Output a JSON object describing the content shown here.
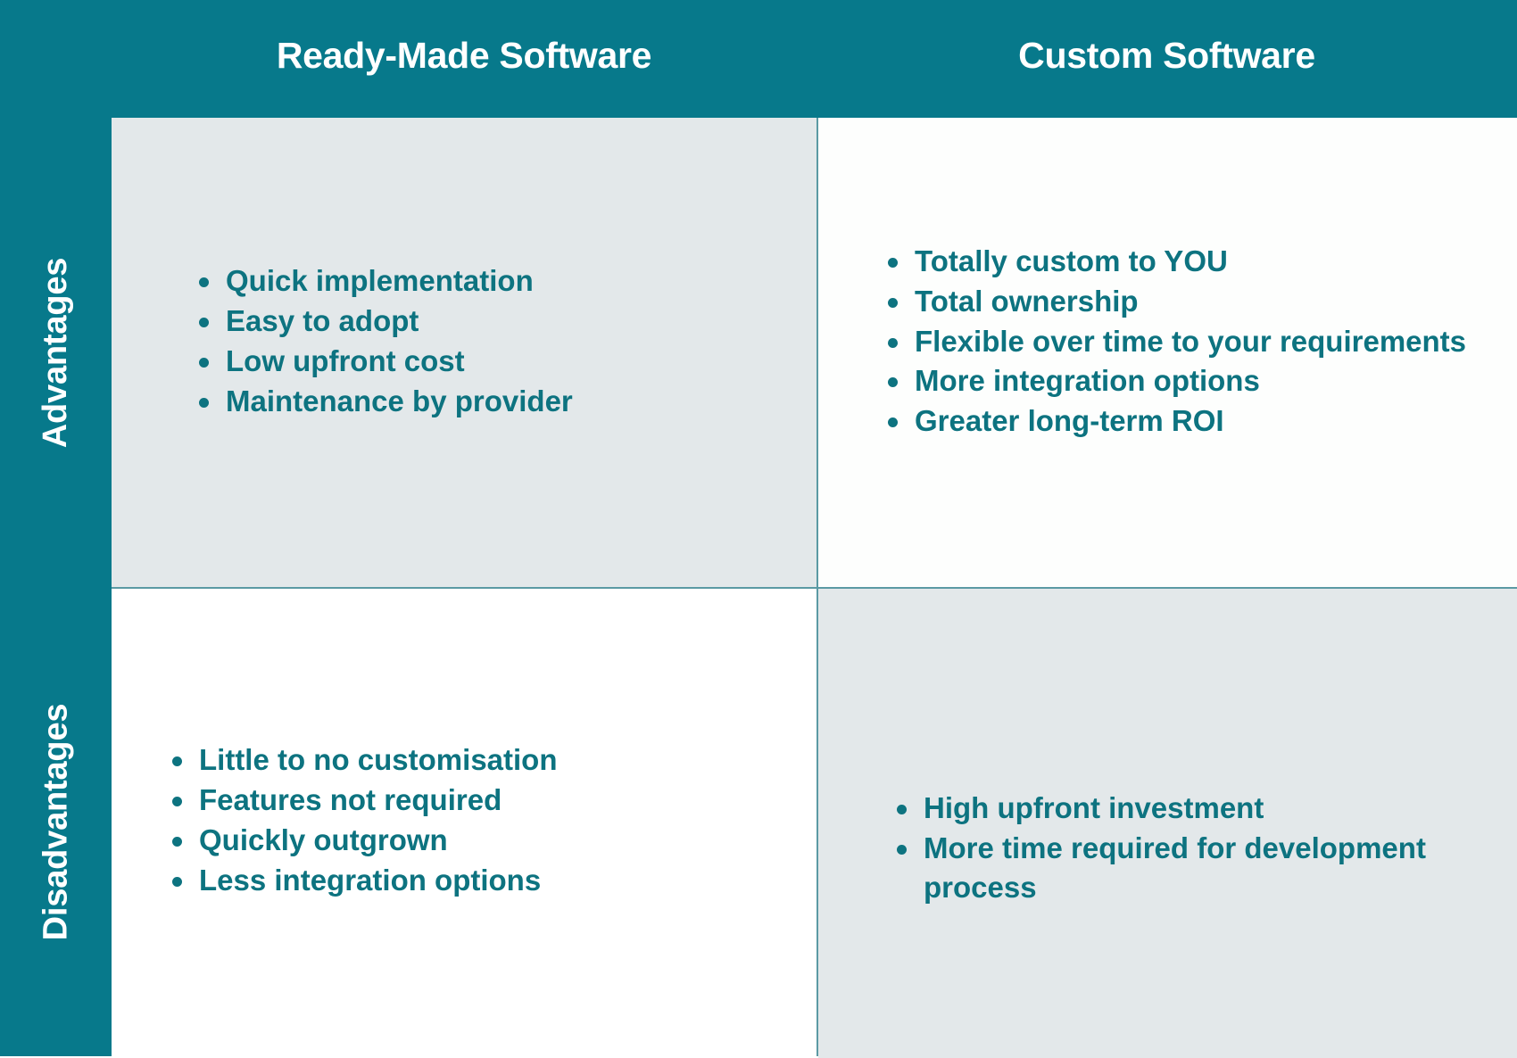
{
  "header": {
    "columns": [
      {
        "label": "Ready-Made Software"
      },
      {
        "label": "Custom Software"
      }
    ]
  },
  "sidebar": {
    "rows": [
      {
        "label": "Advantages"
      },
      {
        "label": "Disadvantages"
      }
    ]
  },
  "colors": {
    "brand_teal": "#07798B",
    "text_teal": "#0D7380",
    "shaded_cell": "#e3e8ea",
    "plain_cell": "#ffffff",
    "divider": "#5b9aa4",
    "header_text": "#ffffff"
  },
  "quadrants": {
    "ready_advantages": {
      "items": [
        "Quick implementation",
        "Easy to adopt",
        "Low upfront cost",
        "Maintenance by provider"
      ]
    },
    "custom_advantages": {
      "items": [
        "Totally custom to YOU",
        "Total ownership",
        "Flexible over time to your requirements",
        "More integration options",
        "Greater long-term ROI"
      ]
    },
    "ready_disadvantages": {
      "items": [
        "Little to no customisation",
        "Features not required",
        "Quickly outgrown",
        "Less integration options"
      ]
    },
    "custom_disadvantages": {
      "items": [
        "High upfront investment",
        "More time required for development process"
      ]
    }
  }
}
